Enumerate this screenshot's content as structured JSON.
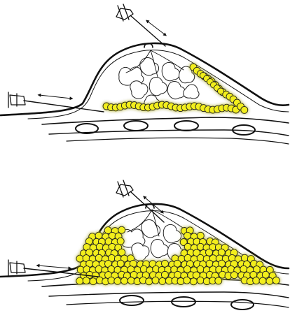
{
  "colors": {
    "fat_droplet": "#f2ee1a",
    "fat_droplet_glow": "#fbf79a",
    "line": "#111111",
    "background": "#ffffff"
  },
  "panels": [
    {
      "id": "top",
      "stage": "partial"
    },
    {
      "id": "bottom",
      "stage": "full"
    }
  ],
  "icons": [
    "cannula-icon",
    "bidirectional-arrow-icon"
  ]
}
